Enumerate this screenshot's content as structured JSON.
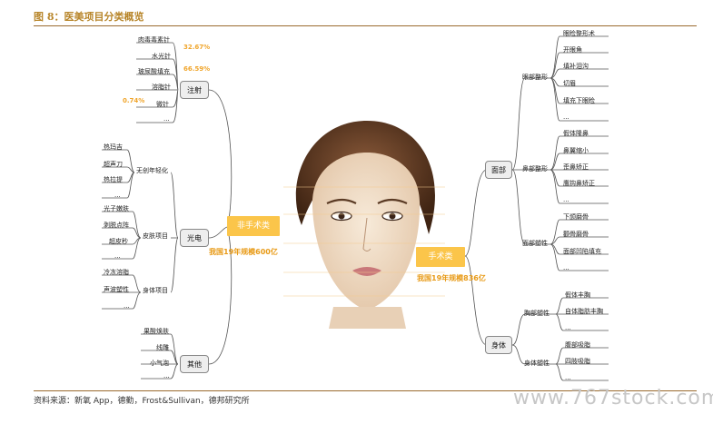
{
  "figure": {
    "title": "图 8：医美项目分类概览",
    "source": "资料来源：新氧 App，德勤，Frost&Sullivan，德邦研究所",
    "watermark": "www.767stock.com"
  },
  "non_surgical": {
    "label": "非手术类",
    "scale": "我国19年规模600亿",
    "injection": {
      "label": "注射",
      "items": [
        "肉毒毒素针",
        "水光针",
        "玻尿酸填充",
        "溶脂针",
        "微针",
        "..."
      ],
      "shares": [
        "32.67%",
        "66.59%",
        "0.74%"
      ]
    },
    "photoelectric": {
      "label": "光电",
      "groups": [
        {
          "label": "无创年轻化",
          "items": [
            "热玛吉",
            "超声刀",
            "热拉提",
            "..."
          ]
        },
        {
          "label": "皮肤项目",
          "items": [
            "光子嫩肤",
            "剥脱点阵",
            "超皮秒",
            "..."
          ]
        },
        {
          "label": "身体项目",
          "items": [
            "冷冻溶脂",
            "声波塑性",
            "..."
          ]
        }
      ]
    },
    "other": {
      "label": "其他",
      "items": [
        "果酸焕肤",
        "线雕",
        "小气泡",
        "..."
      ]
    }
  },
  "surgical": {
    "label": "手术类",
    "scale": "我国19年规模836亿",
    "face": {
      "label": "面部",
      "groups": [
        {
          "label": "眼部整形",
          "items": [
            "眼睑整形术",
            "开眼角",
            "填补泪沟",
            "切眉",
            "填充下眼睑",
            "..."
          ]
        },
        {
          "label": "鼻部整形",
          "items": [
            "假体隆鼻",
            "鼻翼缩小",
            "歪鼻矫正",
            "鹰钩鼻矫正",
            "..."
          ]
        },
        {
          "label": "面部塑性",
          "items": [
            "下颌磨骨",
            "颧骨磨骨",
            "面部凹陷填充",
            "..."
          ]
        }
      ]
    },
    "body": {
      "label": "身体",
      "groups": [
        {
          "label": "胸部塑性",
          "items": [
            "假体丰胸",
            "自体脂肪丰胸",
            "..."
          ]
        },
        {
          "label": "身体塑性",
          "items": [
            "腹部吸脂",
            "四肢吸脂",
            "..."
          ]
        }
      ]
    }
  },
  "colors": {
    "accent": "#fbc54a",
    "scale_text": "#e89a16",
    "title": "#b8862b",
    "rule": "#9a6a2e"
  }
}
